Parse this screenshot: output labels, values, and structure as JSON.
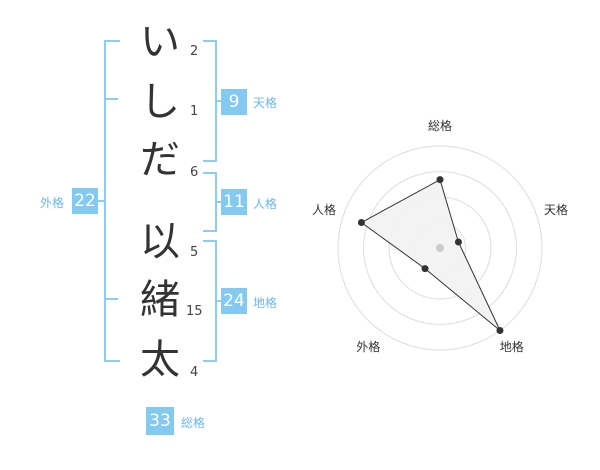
{
  "name": {
    "characters": [
      {
        "char": "い",
        "strokes": "2"
      },
      {
        "char": "し",
        "strokes": "1"
      },
      {
        "char": "だ",
        "strokes": "6"
      },
      {
        "char": "以",
        "strokes": "5"
      },
      {
        "char": "緒",
        "strokes": "15"
      },
      {
        "char": "太",
        "strokes": "4"
      }
    ]
  },
  "fortune": {
    "tenkaku": {
      "value": "9",
      "label": "天格"
    },
    "jinkaku": {
      "value": "11",
      "label": "人格"
    },
    "chikaku": {
      "value": "24",
      "label": "地格"
    },
    "gaikaku": {
      "value": "22",
      "label": "外格"
    },
    "soukaku": {
      "value": "33",
      "label": "総格"
    }
  },
  "colors": {
    "accent": "#83c9f0",
    "bracket": "#8fcdf0",
    "label": "#6ab8ea",
    "radar_fill": "#f2f2f2",
    "radar_line": "#333333"
  },
  "chart_data": {
    "type": "radar",
    "axes": [
      "総格",
      "天格",
      "地格",
      "外格",
      "人格"
    ],
    "values": [
      0.67,
      0.19,
      1.0,
      0.25,
      0.81
    ],
    "range": [
      0,
      1
    ],
    "rings": 4
  }
}
